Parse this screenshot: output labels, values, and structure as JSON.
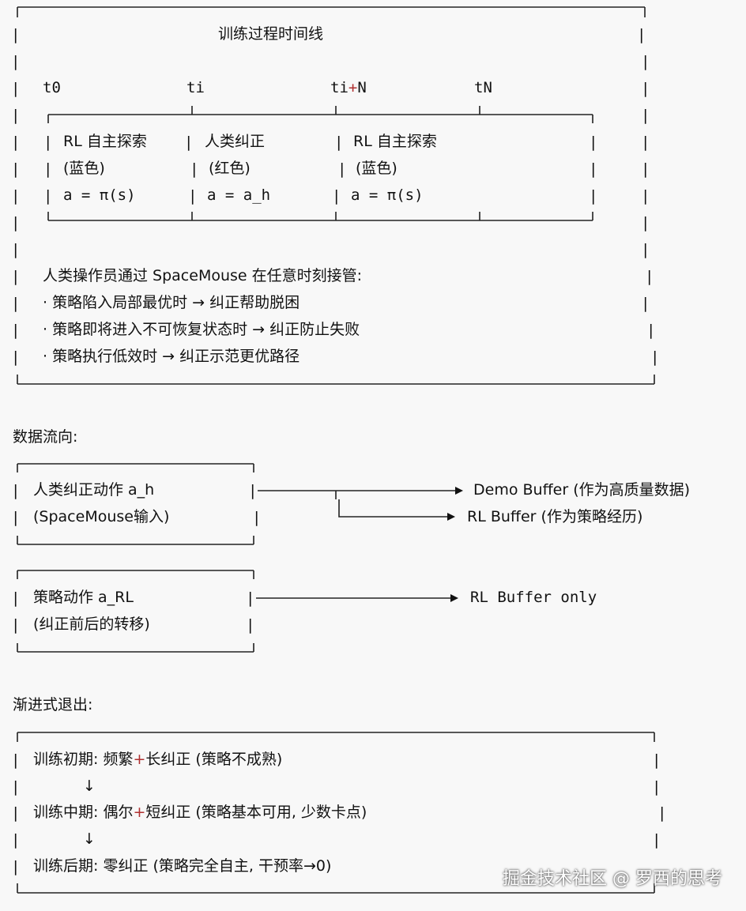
{
  "timeline": {
    "title": "训练过程时间线",
    "ticks": [
      "t0",
      "ti",
      "ti+N",
      "tN"
    ],
    "segments": [
      {
        "label": "RL 自主探索",
        "color": "(蓝色)",
        "formula": "a = π(s)"
      },
      {
        "label": "人类纠正",
        "color": "(红色)",
        "formula": "a = a_h"
      },
      {
        "label": "RL 自主探索",
        "color": "(蓝色)",
        "formula": "a = π(s)"
      }
    ],
    "takeover_heading": "人类操作员通过 SpaceMouse 在任意时刻接管:",
    "bullets": [
      "· 策略陷入局部最优时 → 纠正帮助脱困",
      "· 策略即将进入不可恢复状态时 → 纠正防止失败",
      "· 策略执行低效时 → 纠正示范更优路径"
    ]
  },
  "dataflow": {
    "title": "数据流向:",
    "box1": {
      "line1": "人类纠正动作 a_h",
      "line2": "(SpaceMouse输入)"
    },
    "box1_targets": [
      "Demo Buffer (作为高质量数据)",
      "RL Buffer (作为策略经历)"
    ],
    "box2": {
      "line1": "策略动作 a_RL",
      "line2": "(纠正前后的转移)"
    },
    "box2_target": "RL Buffer only"
  },
  "phaseout": {
    "title": "渐进式退出:",
    "stages": [
      "训练初期: 频繁+长纠正 (策略不成熟)",
      "训练中期: 偶尔+短纠正 (策略基本可用, 少数卡点)",
      "训练后期: 零纠正 (策略完全自主, 干预率→0)"
    ],
    "arrow": "↓"
  },
  "watermark": "掘金技术社区 @ 罗西的思考"
}
